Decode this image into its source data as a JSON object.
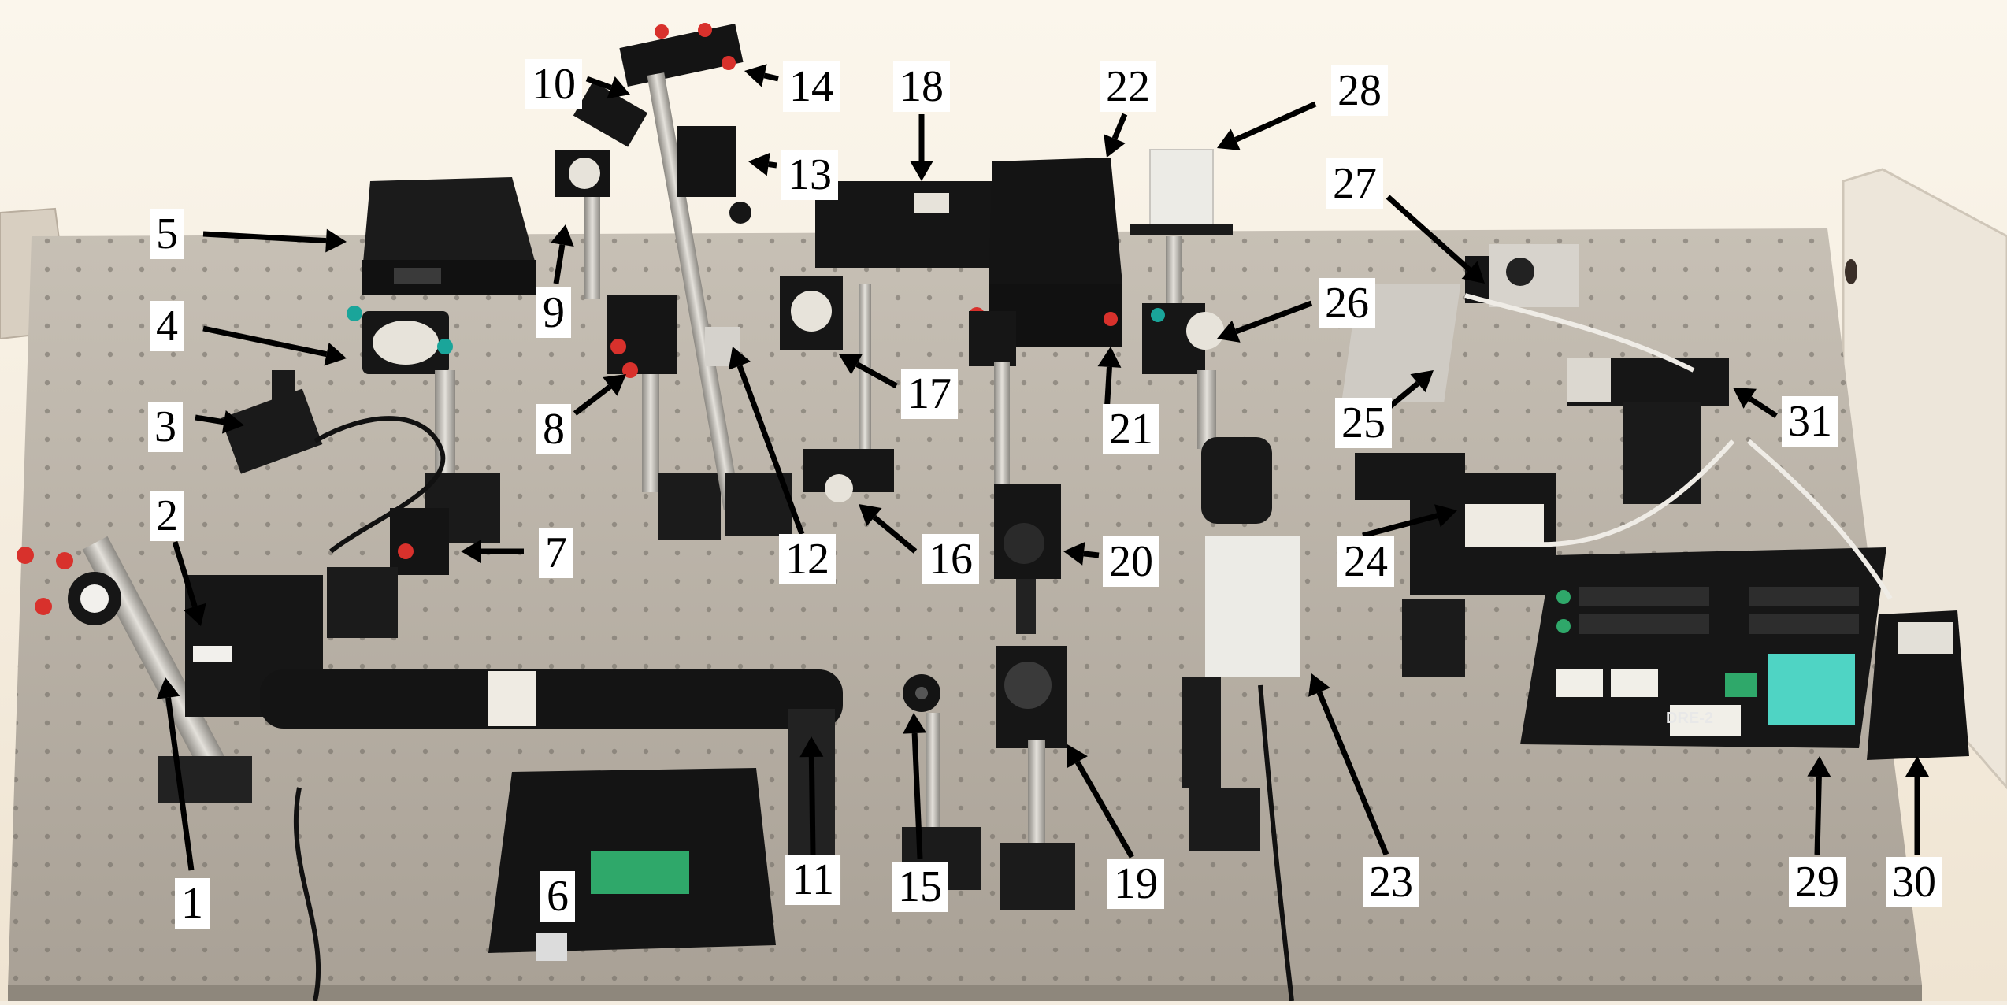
{
  "image": {
    "description_type": "annotated laboratory photograph",
    "colors": {
      "wall": "#f6efe3",
      "table_top": "#b5aea3",
      "table_hole": "#6f6a62",
      "equipment_black": "#161616",
      "rod_silver": "#b9b6b0",
      "knob_red": "#d8312c",
      "knob_teal": "#1aa59a",
      "display_green": "#2fa86a",
      "keypad_teal": "#4fd4c4",
      "label_bg": "#ffffff",
      "label_text": "#000000"
    }
  },
  "callouts": [
    {
      "id": "1",
      "label": "1"
    },
    {
      "id": "2",
      "label": "2"
    },
    {
      "id": "3",
      "label": "3"
    },
    {
      "id": "4",
      "label": "4"
    },
    {
      "id": "5",
      "label": "5"
    },
    {
      "id": "6",
      "label": "6"
    },
    {
      "id": "7",
      "label": "7"
    },
    {
      "id": "8",
      "label": "8"
    },
    {
      "id": "9",
      "label": "9"
    },
    {
      "id": "10",
      "label": "10"
    },
    {
      "id": "11",
      "label": "11"
    },
    {
      "id": "12",
      "label": "12"
    },
    {
      "id": "13",
      "label": "13"
    },
    {
      "id": "14",
      "label": "14"
    },
    {
      "id": "15",
      "label": "15"
    },
    {
      "id": "16",
      "label": "16"
    },
    {
      "id": "17",
      "label": "17"
    },
    {
      "id": "18",
      "label": "18"
    },
    {
      "id": "19",
      "label": "19"
    },
    {
      "id": "20",
      "label": "20"
    },
    {
      "id": "21",
      "label": "21"
    },
    {
      "id": "22",
      "label": "22"
    },
    {
      "id": "23",
      "label": "23"
    },
    {
      "id": "24",
      "label": "24"
    },
    {
      "id": "25",
      "label": "25"
    },
    {
      "id": "26",
      "label": "26"
    },
    {
      "id": "27",
      "label": "27"
    },
    {
      "id": "28",
      "label": "28"
    },
    {
      "id": "29",
      "label": "29"
    },
    {
      "id": "30",
      "label": "30"
    },
    {
      "id": "31",
      "label": "31"
    }
  ],
  "device_text": {
    "dro_model": "DRE-2"
  }
}
